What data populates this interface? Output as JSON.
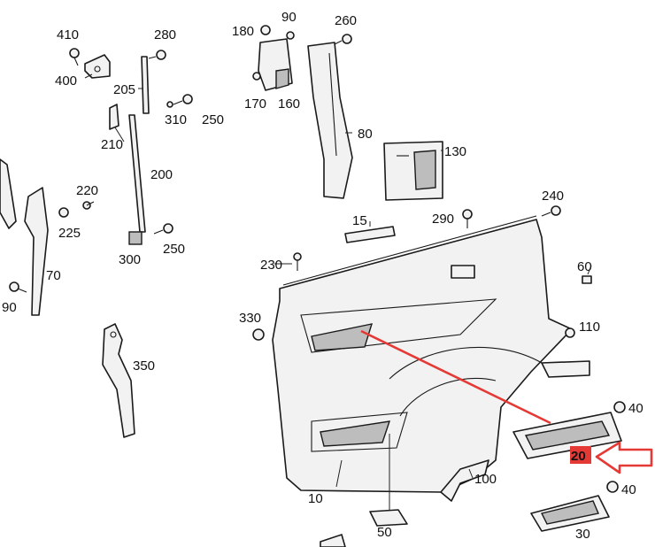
{
  "labels": {
    "l410": "410",
    "l400": "400",
    "l280": "280",
    "l205": "205",
    "l310": "310",
    "l250a": "250",
    "l210": "210",
    "l200": "200",
    "l220": "220",
    "l225": "225",
    "l300": "300",
    "l250b": "250",
    "l70": "70",
    "l90a": "90",
    "l350": "350",
    "l180": "180",
    "l90b": "90",
    "l260": "260",
    "l170": "170",
    "l160": "160",
    "l80": "80",
    "l130": "130",
    "l15": "15",
    "l240": "240",
    "l290": "290",
    "l230": "230",
    "l60": "60",
    "l330": "330",
    "l110": "110",
    "l40a": "40",
    "l20": "20",
    "l100": "100",
    "l40b": "40",
    "l10": "10",
    "l50": "50",
    "l30": "30"
  },
  "highlight": {
    "part": "20",
    "color": "#e53935"
  },
  "annotation": {
    "line_color": "#e53935",
    "arrow": "arrow-left-outline"
  }
}
